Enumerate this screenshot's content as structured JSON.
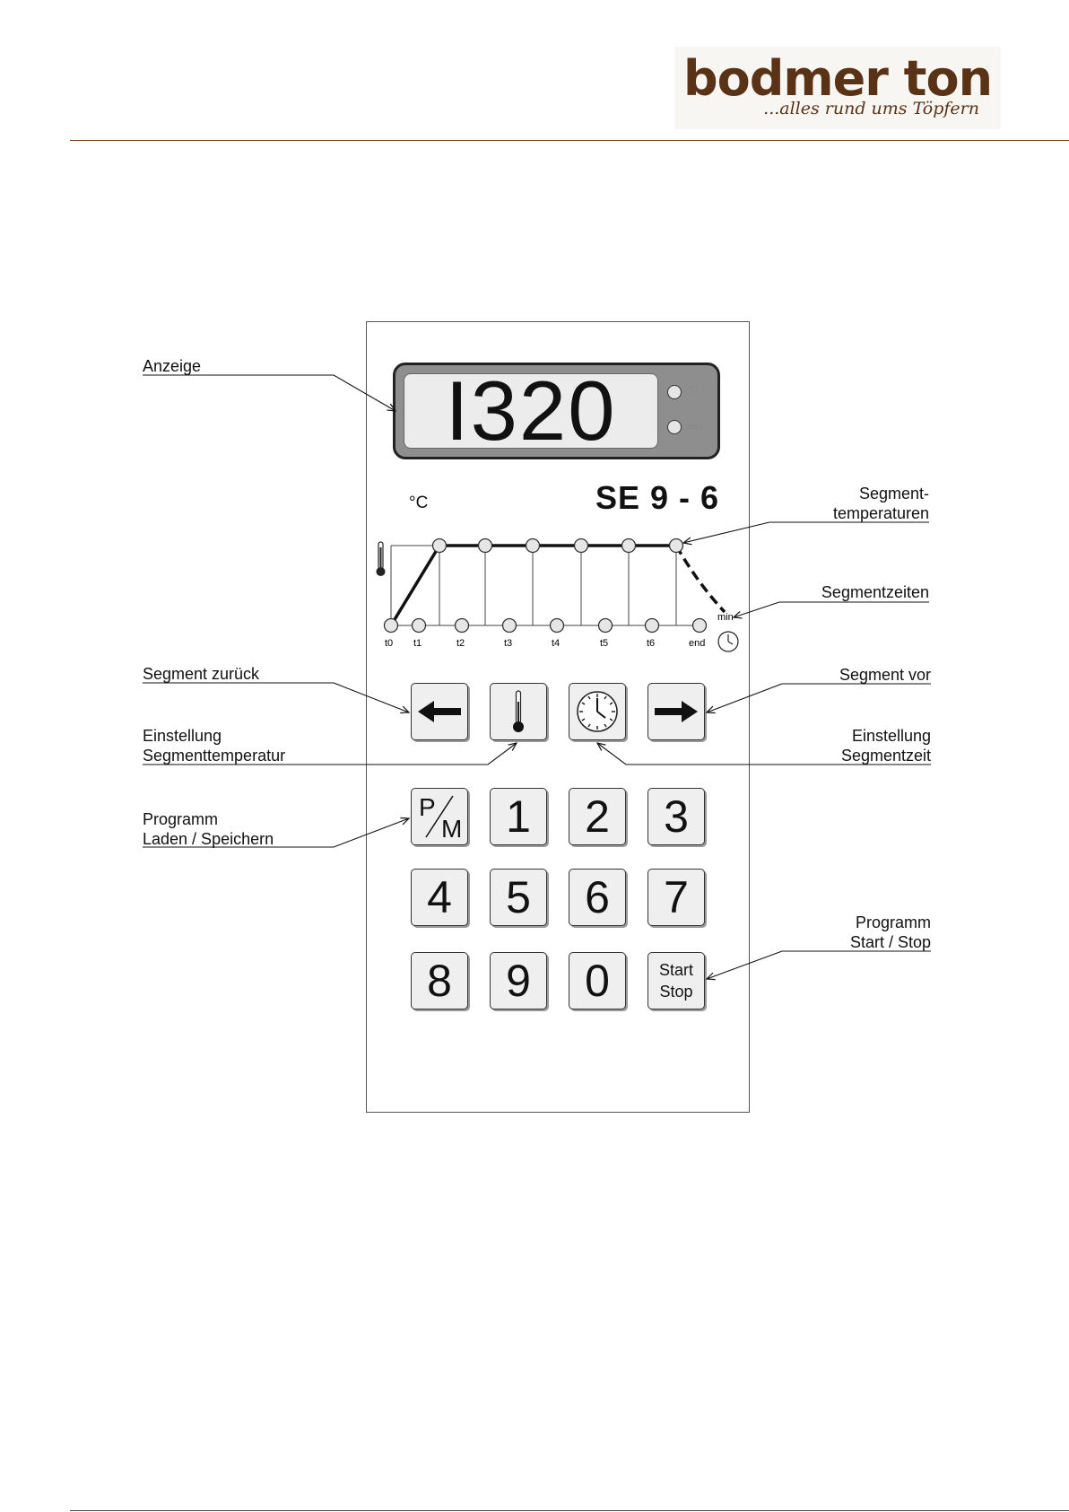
{
  "header": {
    "brand_name": "bodmer ton",
    "tagline": "...alles rund ums Töpfern"
  },
  "panel": {
    "display_value": "I320",
    "indicator_celsius": "°C",
    "indicator_minutes": "min",
    "model": "SE 9 - 6",
    "graph_unit": "°C",
    "graph_min_label": "min",
    "time_labels": [
      "t0",
      "t1",
      "t2",
      "t3",
      "t4",
      "t5",
      "t6",
      "end"
    ],
    "keys": {
      "arrow_left": "left-arrow-icon",
      "temperature": "thermometer-icon",
      "time": "clock-icon",
      "arrow_right": "right-arrow-icon",
      "pm_top": "P",
      "pm_bottom": "M",
      "digits": [
        "1",
        "2",
        "3",
        "4",
        "5",
        "6",
        "7",
        "8",
        "9",
        "0"
      ],
      "start_label": "Start",
      "stop_label": "Stop"
    }
  },
  "annotations": {
    "anzeige": "Anzeige",
    "segment_temperaturen_line1": "Segment-",
    "segment_temperaturen_line2": "temperaturen",
    "segmentzeiten": "Segmentzeiten",
    "segment_zurueck": "Segment zurück",
    "segment_vor": "Segment vor",
    "einstellung_temp_line1": "Einstellung",
    "einstellung_temp_line2": "Segmenttemperatur",
    "einstellung_zeit_line1": "Einstellung",
    "einstellung_zeit_line2": "Segmentzeit",
    "programm_laden_line1": "Programm",
    "programm_laden_line2": "Laden / Speichern",
    "programm_start_line1": "Programm",
    "programm_start_line2": "Start / Stop"
  }
}
